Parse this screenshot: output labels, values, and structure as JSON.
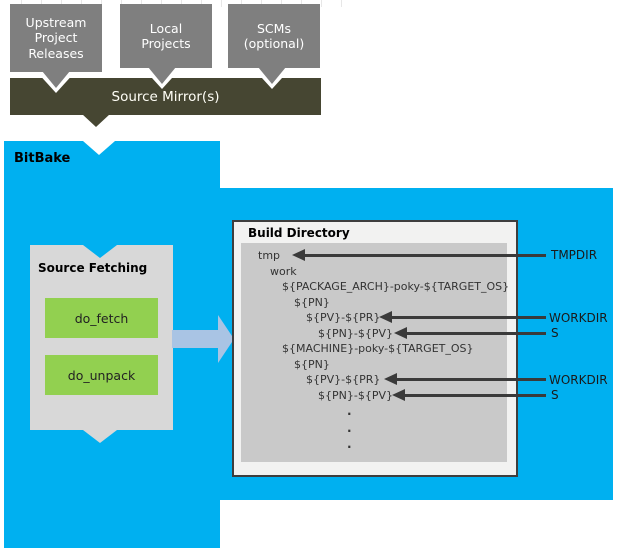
{
  "colors": {
    "bitbake_blue": "#00b0f0",
    "source_box_gray": "#7f7f7f",
    "mirror_olive": "#464632",
    "fetch_panel_gray": "#d8d8d8",
    "task_green": "#92d050",
    "tree_panel_gray": "#c9c9c9",
    "build_dir_bg": "#f2f2f1",
    "flow_arrow_blue": "#a9c4e4",
    "pointer_dark": "#3a3a3a"
  },
  "upstream": {
    "boxes": [
      {
        "label": "Upstream\nProject\nReleases"
      },
      {
        "label": "Local\nProjects"
      },
      {
        "label": "SCMs\n(optional)"
      }
    ],
    "mirror_label": "Source Mirror(s)"
  },
  "bitbake": {
    "title": "BitBake",
    "source_fetching": {
      "title": "Source Fetching",
      "tasks": [
        {
          "label": "do_fetch"
        },
        {
          "label": "do_unpack"
        }
      ]
    }
  },
  "build_directory": {
    "title": "Build Directory",
    "tree": [
      {
        "text": "tmp"
      },
      {
        "text": "work"
      },
      {
        "text": "${PACKAGE_ARCH}-poky-${TARGET_OS}"
      },
      {
        "text": "${PN}"
      },
      {
        "text": "${PV}-${PR}"
      },
      {
        "text": "${PN}-${PV}"
      },
      {
        "text": "${MACHINE}-poky-${TARGET_OS}"
      },
      {
        "text": "${PN}"
      },
      {
        "text": "${PV}-${PR}"
      },
      {
        "text": "${PN}-${PV}"
      },
      {
        "text": "."
      },
      {
        "text": "."
      },
      {
        "text": "."
      }
    ]
  },
  "pointers": [
    {
      "label": "TMPDIR"
    },
    {
      "label": "WORKDIR"
    },
    {
      "label": "S"
    },
    {
      "label": "WORKDIR"
    },
    {
      "label": "S"
    }
  ]
}
